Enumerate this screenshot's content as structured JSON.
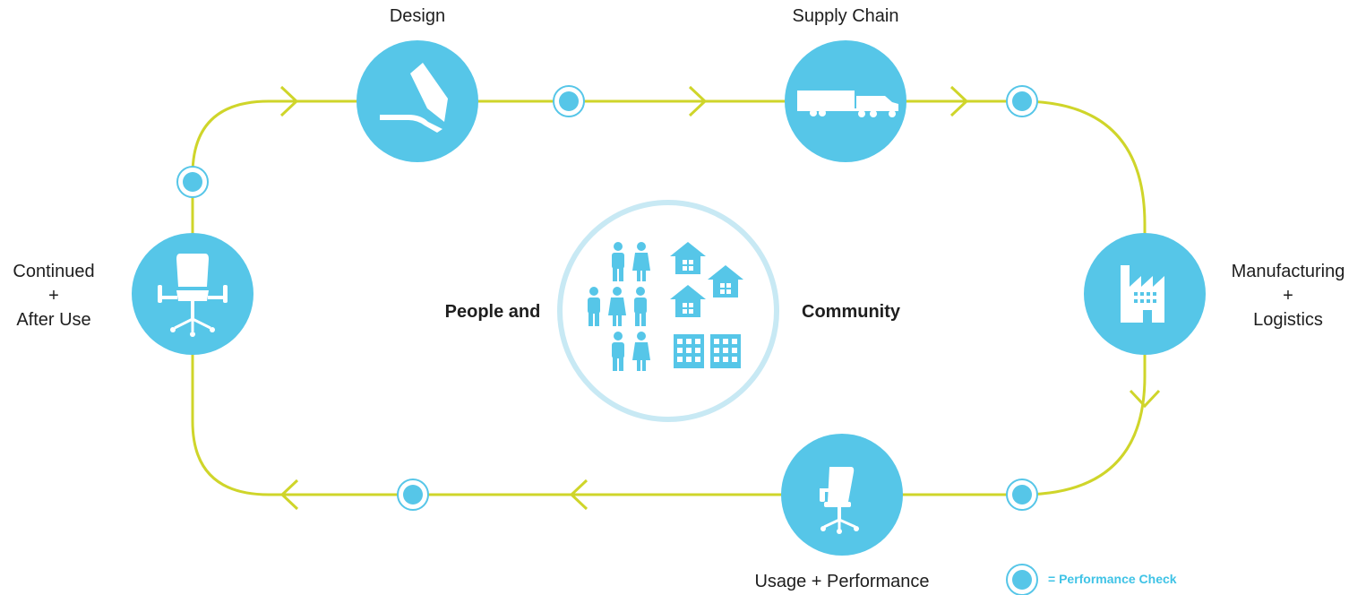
{
  "colors": {
    "track": "#cfd52a",
    "stage": "#56c6e8",
    "ring": "#c8e9f4",
    "icon": "#ffffff",
    "label": "#1e1e1e",
    "legend": "#3fc3e6"
  },
  "stages": {
    "design": {
      "label": "Design",
      "icon": "pen-icon"
    },
    "supply_chain": {
      "label": "Supply Chain",
      "icon": "truck-icon"
    },
    "manufacturing": {
      "lines": [
        "Manufacturing",
        "+",
        "Logistics"
      ],
      "icon": "factory-icon"
    },
    "usage": {
      "label": "Usage + Performance",
      "icon": "office-chair-icon"
    },
    "after_use": {
      "lines": [
        "Continued",
        "+",
        "After Use"
      ],
      "icon": "office-chair-front-icon"
    }
  },
  "center": {
    "left_text": "People and",
    "right_text": "Community",
    "icons": [
      "people-icon",
      "houses-icon",
      "buildings-icon"
    ]
  },
  "legend": {
    "text": "=  Performance Check",
    "icon": "performance-check-icon"
  }
}
